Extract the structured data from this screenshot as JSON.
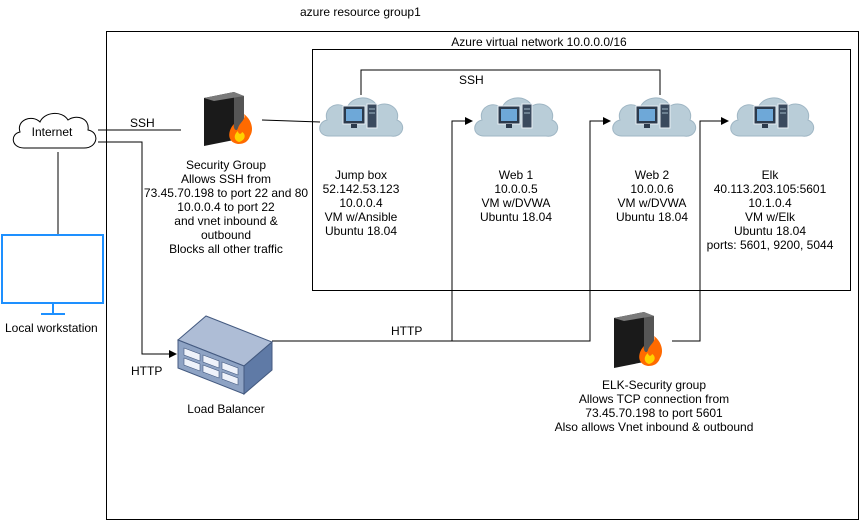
{
  "resource_group": {
    "title": "azure resource group1"
  },
  "vnet": {
    "title": "Azure virtual network 10.0.0.0/16"
  },
  "internet": {
    "label": "Internet"
  },
  "workstation": {
    "label": "Local workstation"
  },
  "security_group": {
    "lines": [
      "Security Group",
      "Allows SSH from",
      "73.45.70.198 to port 22 and 80",
      "10.0.0.4 to port 22",
      "and vnet inbound &",
      "outbound",
      "Blocks all other traffic"
    ]
  },
  "load_balancer": {
    "label": "Load Balancer"
  },
  "elk_security_group": {
    "lines": [
      "ELK-Security group",
      "Allows TCP connection from",
      "73.45.70.198 to port 5601",
      "Also allows Vnet inbound & outbound"
    ]
  },
  "vms": {
    "jump": {
      "lines": [
        "Jump box",
        "52.142.53.123",
        "10.0.0.4",
        "VM w/Ansible",
        "Ubuntu 18.04"
      ]
    },
    "web1": {
      "lines": [
        "Web 1",
        "10.0.0.5",
        "VM w/DVWA",
        "Ubuntu 18.04"
      ]
    },
    "web2": {
      "lines": [
        "Web 2",
        "10.0.0.6",
        "VM w/DVWA",
        "Ubuntu 18.04"
      ]
    },
    "elk": {
      "lines": [
        "Elk",
        "40.113.203.105:5601",
        "10.1.0.4",
        "VM w/Elk",
        "Ubuntu 18.04",
        "ports: 5601, 9200, 5044"
      ]
    }
  },
  "edges": {
    "ssh_internet": "SSH",
    "ssh_vnet": "SSH",
    "http_lb": "HTTP",
    "http_internet": "HTTP"
  },
  "colors": {
    "monitor": "#1e90ff",
    "cloud": "#b9cdd8",
    "firewall_flame": "#ff6a00"
  }
}
